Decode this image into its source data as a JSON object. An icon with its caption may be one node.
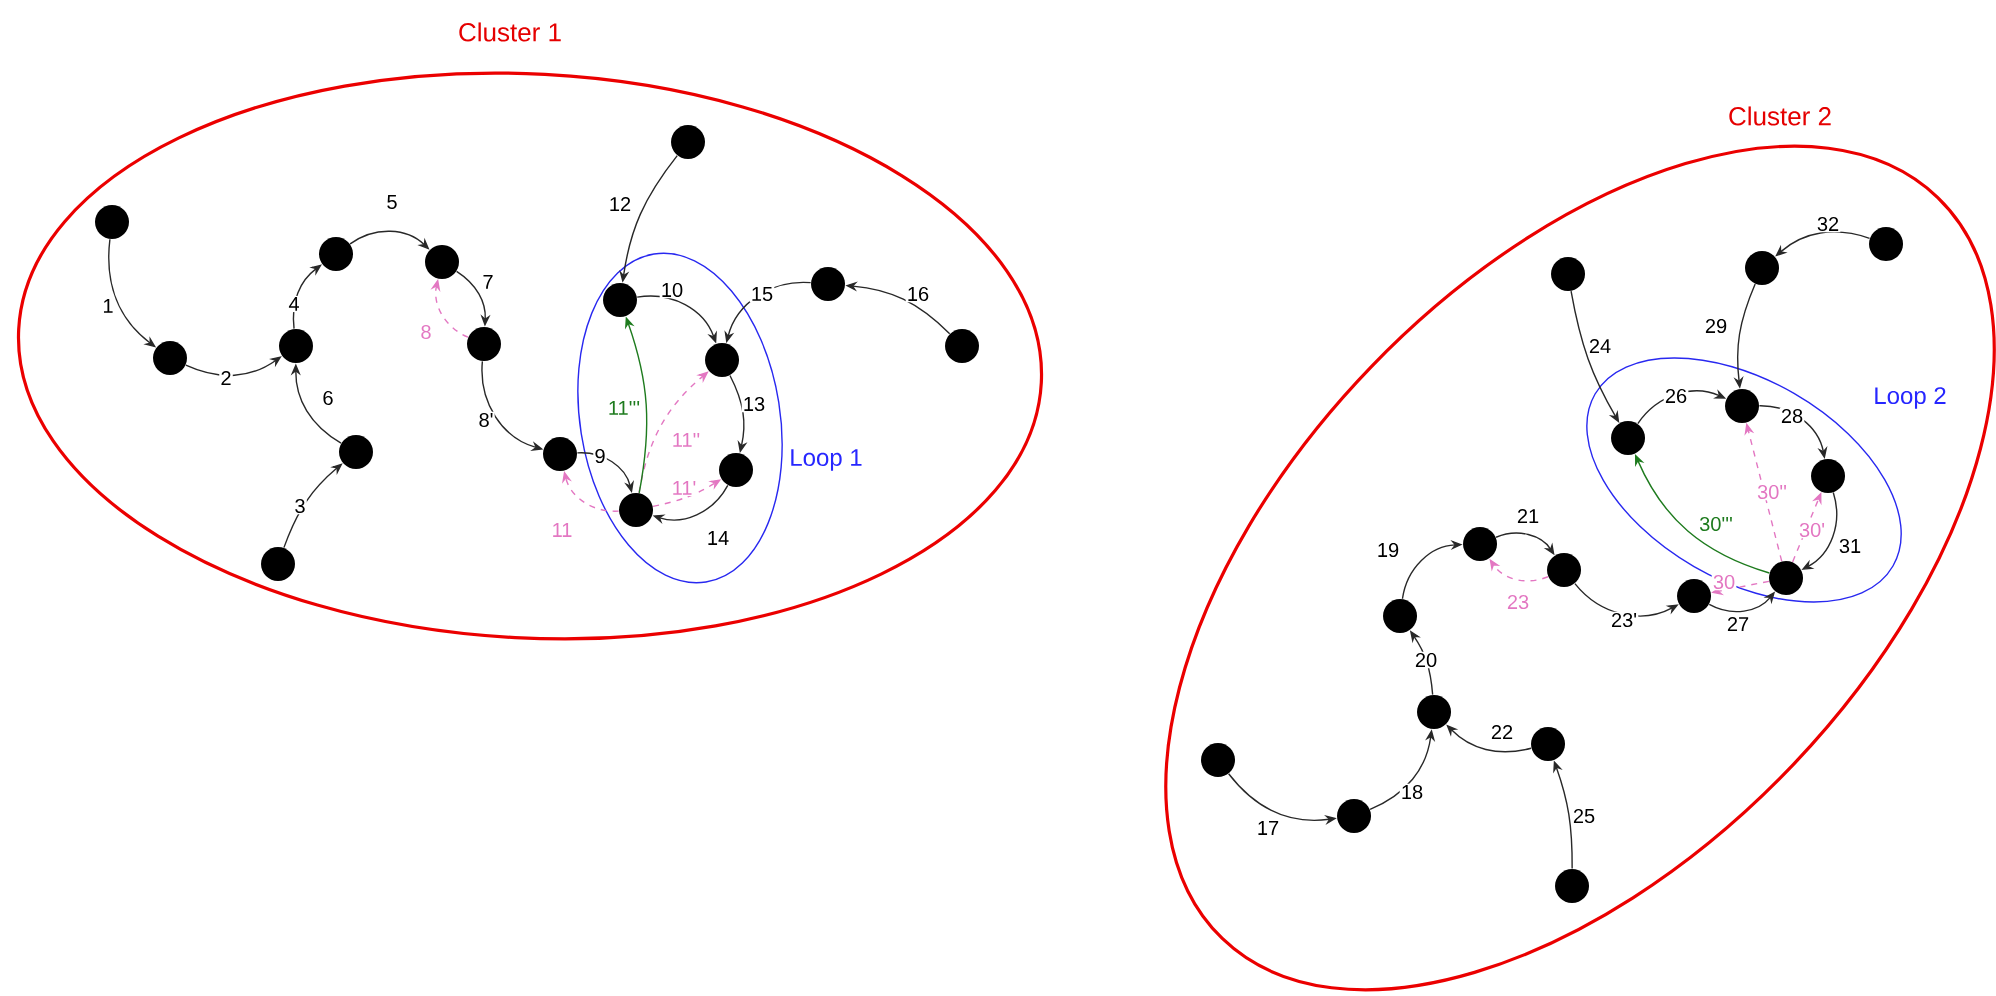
{
  "diagram": {
    "nodes": [
      {
        "text": [
          "Cluster 1"
        ]
      },
      {
        "text": [
          "Loop 1"
        ],
        "in": 0
      },
      {
        "text": [],
        "shape": "circle",
        "in": 0
      },
      {
        "text": [],
        "shape": "circle",
        "in": 0
      },
      {
        "text": [],
        "shape": "circle",
        "in": 0
      },
      {
        "text": [],
        "shape": "circle",
        "in": 0
      },
      {
        "text": [],
        "shape": "circle",
        "in": 0
      },
      {
        "text": [],
        "shape": "circle",
        "in": 0
      },
      {
        "text": [],
        "shape": "circle",
        "in": 0
      },
      {
        "text": [],
        "shape": "circle",
        "in": 0
      },
      {
        "text": [],
        "shape": "circle",
        "in": 0
      },
      {
        "text": [],
        "shape": "circle",
        "in": 0
      },
      {
        "text": [],
        "shape": "circle",
        "in": 1
      },
      {
        "text": [],
        "shape": "circle",
        "in": 1
      },
      {
        "text": [],
        "shape": "circle",
        "in": 1
      },
      {
        "text": [],
        "shape": "circle",
        "in": 1
      },
      {
        "text": [],
        "shape": "circle",
        "in": 0
      },
      {
        "text": [],
        "shape": "circle",
        "in": 0
      },
      {
        "text": [
          "Cluster 2"
        ]
      },
      {
        "text": [
          "Loop 2"
        ],
        "in": 18
      },
      {
        "text": [],
        "shape": "circle",
        "in": 18
      },
      {
        "text": [],
        "shape": "circle",
        "in": 18
      },
      {
        "text": [],
        "shape": "circle",
        "in": 18
      },
      {
        "text": [],
        "shape": "circle",
        "in": 18
      },
      {
        "text": [],
        "shape": "circle",
        "in": 18
      },
      {
        "text": [],
        "shape": "circle",
        "in": 18
      },
      {
        "text": [],
        "shape": "circle",
        "in": 18
      },
      {
        "text": [],
        "shape": "circle",
        "in": 18
      },
      {
        "text": [],
        "shape": "circle",
        "in": 18
      },
      {
        "text": [],
        "shape": "circle",
        "in": 18
      },
      {
        "text": [],
        "shape": "circle",
        "in": 18
      },
      {
        "text": [],
        "shape": "circle",
        "in": 18
      },
      {
        "text": [],
        "shape": "circle",
        "in": 19
      },
      {
        "text": [],
        "shape": "circle",
        "in": 19
      },
      {
        "text": [],
        "shape": "circle",
        "in": 19
      },
      {
        "text": [],
        "shape": "circle",
        "in": 19
      }
    ],
    "edges": [
      {
        "from": 2,
        "to": 3,
        "arrow": "to",
        "label": "1"
      },
      {
        "from": 3,
        "to": 4,
        "arrow": "to",
        "label": "2"
      },
      {
        "from": 7,
        "to": 6,
        "arrow": "to",
        "label": "3"
      },
      {
        "from": 4,
        "to": 5,
        "arrow": "to",
        "label": "4"
      },
      {
        "from": 5,
        "to": 8,
        "arrow": "to",
        "label": "5"
      },
      {
        "from": 6,
        "to": 4,
        "arrow": "to",
        "label": "6"
      },
      {
        "from": 8,
        "to": 9,
        "arrow": "to",
        "label": "7"
      },
      {
        "from": 9,
        "to": 8,
        "arrow": "to",
        "label": "8",
        "style": "dashed",
        "color": "#e377c2"
      },
      {
        "from": 9,
        "to": 10,
        "arrow": "to",
        "label": "8'"
      },
      {
        "from": 10,
        "to": 15,
        "arrow": "to",
        "label": "9"
      },
      {
        "from": 12,
        "to": 13,
        "arrow": "to",
        "label": "10"
      },
      {
        "from": 15,
        "to": 10,
        "arrow": "to",
        "label": "11",
        "style": "dashed",
        "color": "#e377c2"
      },
      {
        "from": 15,
        "to": 14,
        "arrow": "to",
        "label": "11'",
        "style": "dashed",
        "color": "#e377c2"
      },
      {
        "from": 15,
        "to": 13,
        "arrow": "to",
        "label": "11''",
        "style": "dashed",
        "color": "#e377c2"
      },
      {
        "from": 15,
        "to": 12,
        "arrow": "to",
        "label": "11'''",
        "color": "#1e7b1e"
      },
      {
        "from": 11,
        "to": 12,
        "arrow": "to",
        "label": "12"
      },
      {
        "from": 13,
        "to": 14,
        "arrow": "to",
        "label": "13"
      },
      {
        "from": 14,
        "to": 15,
        "arrow": "to",
        "label": "14"
      },
      {
        "from": 16,
        "to": 13,
        "arrow": "to",
        "label": "15"
      },
      {
        "from": 17,
        "to": 16,
        "arrow": "to",
        "label": "16"
      },
      {
        "from": 20,
        "to": 21,
        "arrow": "to",
        "label": "17"
      },
      {
        "from": 21,
        "to": 22,
        "arrow": "to",
        "label": "18"
      },
      {
        "from": 25,
        "to": 26,
        "arrow": "to",
        "label": "19"
      },
      {
        "from": 22,
        "to": 25,
        "arrow": "to",
        "label": "20"
      },
      {
        "from": 26,
        "to": 27,
        "arrow": "to",
        "label": "21"
      },
      {
        "from": 23,
        "to": 22,
        "arrow": "to",
        "label": "22"
      },
      {
        "from": 27,
        "to": 26,
        "arrow": "to",
        "label": "23",
        "style": "dashed",
        "color": "#e377c2"
      },
      {
        "from": 27,
        "to": 28,
        "arrow": "to",
        "label": "23'"
      },
      {
        "from": 29,
        "to": 32,
        "arrow": "to",
        "label": "24"
      },
      {
        "from": 24,
        "to": 23,
        "arrow": "to",
        "label": "25"
      },
      {
        "from": 32,
        "to": 33,
        "arrow": "to",
        "label": "26"
      },
      {
        "from": 28,
        "to": 35,
        "arrow": "to",
        "label": "27"
      },
      {
        "from": 33,
        "to": 34,
        "arrow": "to",
        "label": "28"
      },
      {
        "from": 30,
        "to": 33,
        "arrow": "to",
        "label": "29"
      },
      {
        "from": 35,
        "to": 28,
        "arrow": "to",
        "label": "30",
        "style": "dashed",
        "color": "#e377c2"
      },
      {
        "from": 35,
        "to": 34,
        "arrow": "to",
        "label": "30'",
        "style": "dashed",
        "color": "#e377c2"
      },
      {
        "from": 35,
        "to": 33,
        "arrow": "to",
        "label": "30''",
        "style": "dashed",
        "color": "#e377c2"
      },
      {
        "from": 35,
        "to": 32,
        "arrow": "to",
        "label": "30'''",
        "color": "#1e7b1e"
      },
      {
        "from": 34,
        "to": 35,
        "arrow": "to",
        "label": "31"
      },
      {
        "from": 31,
        "to": 30,
        "arrow": "to",
        "label": "32"
      }
    ]
  }
}
